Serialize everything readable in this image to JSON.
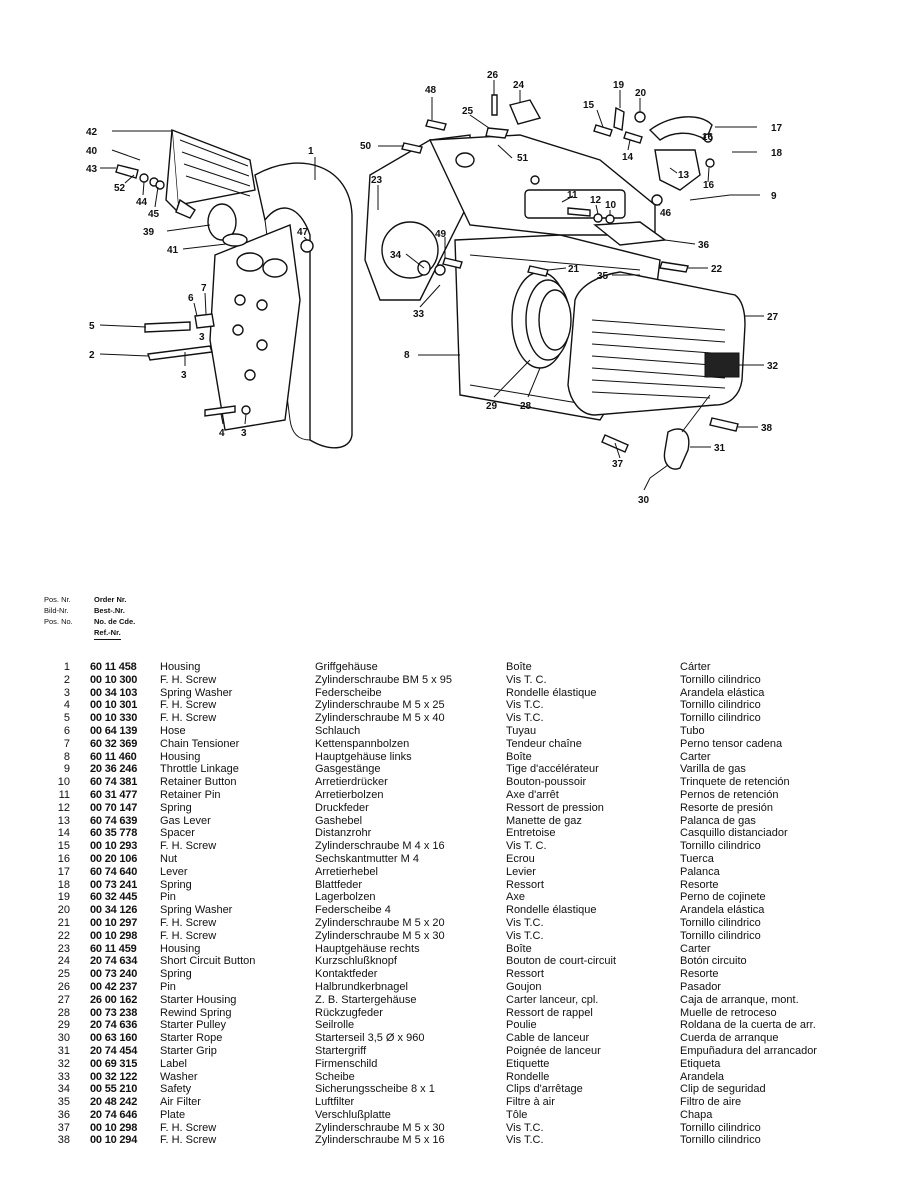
{
  "diagram": {
    "callouts": [
      "1",
      "2",
      "3",
      "3",
      "3",
      "4",
      "5",
      "6",
      "7",
      "8",
      "9",
      "10",
      "11",
      "12",
      "13",
      "14",
      "15",
      "16",
      "16",
      "17",
      "18",
      "19",
      "20",
      "21",
      "22",
      "23",
      "24",
      "25",
      "26",
      "27",
      "28",
      "29",
      "30",
      "31",
      "32",
      "33",
      "34",
      "35",
      "36",
      "37",
      "38",
      "39",
      "40",
      "41",
      "42",
      "43",
      "44",
      "45",
      "46",
      "47",
      "48",
      "49",
      "50",
      "51",
      "52"
    ]
  },
  "header": {
    "pos_labels": [
      "Pos. Nr.",
      "Bild-Nr.",
      "Pos. No."
    ],
    "order_labels": [
      "Order Nr.",
      "Best-.Nr.",
      "No. de Cde.",
      "Ref.-Nr."
    ]
  },
  "parts": [
    {
      "pos": "1",
      "order": "60 11 458",
      "en": "Housing",
      "de": "Griffgehäuse",
      "fr": "Boîte",
      "es": "Cárter"
    },
    {
      "pos": "2",
      "order": "00 10 300",
      "en": "F. H. Screw",
      "de": "Zylinderschraube BM 5 x 95",
      "fr": "Vis T. C.",
      "es": "Tornillo cilindrico"
    },
    {
      "pos": "3",
      "order": "00 34 103",
      "en": "Spring Washer",
      "de": "Federscheibe",
      "fr": "Rondelle élastique",
      "es": "Arandela elástica"
    },
    {
      "pos": "4",
      "order": "00 10 301",
      "en": "F. H. Screw",
      "de": "Zylinderschraube M 5 x 25",
      "fr": "Vis T.C.",
      "es": "Tornillo cilindrico"
    },
    {
      "pos": "5",
      "order": "00 10 330",
      "en": "F. H. Screw",
      "de": "Zylinderschraube M 5 x 40",
      "fr": "Vis T.C.",
      "es": "Tornillo cilindrico"
    },
    {
      "pos": "6",
      "order": "00 64 139",
      "en": "Hose",
      "de": "Schlauch",
      "fr": "Tuyau",
      "es": "Tubo"
    },
    {
      "pos": "7",
      "order": "60 32 369",
      "en": "Chain Tensioner",
      "de": "Kettenspannbolzen",
      "fr": "Tendeur chaîne",
      "es": "Perno tensor cadena"
    },
    {
      "pos": "8",
      "order": "60 11 460",
      "en": "Housing",
      "de": "Hauptgehäuse links",
      "fr": "Boîte",
      "es": "Carter"
    },
    {
      "pos": "9",
      "order": "20 36 246",
      "en": "Throttle Linkage",
      "de": "Gasgestänge",
      "fr": "Tige d'accélérateur",
      "es": "Varilla de gas"
    },
    {
      "pos": "10",
      "order": "60 74 381",
      "en": "Retainer Button",
      "de": "Arretierdrücker",
      "fr": "Bouton-poussoir",
      "es": "Trinquete de retención"
    },
    {
      "pos": "11",
      "order": "60 31 477",
      "en": "Retainer Pin",
      "de": "Arretierbolzen",
      "fr": "Axe d'arrêt",
      "es": "Pernos de retención"
    },
    {
      "pos": "12",
      "order": "00 70 147",
      "en": "Spring",
      "de": "Druckfeder",
      "fr": "Ressort de pression",
      "es": "Resorte de presión"
    },
    {
      "pos": "13",
      "order": "60 74 639",
      "en": "Gas Lever",
      "de": "Gashebel",
      "fr": "Manette de gaz",
      "es": "Palanca de gas"
    },
    {
      "pos": "14",
      "order": "60 35 778",
      "en": "Spacer",
      "de": "Distanzrohr",
      "fr": "Entretoise",
      "es": "Casquillo distanciador"
    },
    {
      "pos": "15",
      "order": "00 10 293",
      "en": "F. H. Screw",
      "de": "Zylinderschraube M 4 x 16",
      "fr": "Vis T. C.",
      "es": "Tornillo cilindrico"
    },
    {
      "pos": "16",
      "order": "00 20 106",
      "en": "Nut",
      "de": "Sechskantmutter M 4",
      "fr": "Ecrou",
      "es": "Tuerca"
    },
    {
      "pos": "17",
      "order": "60 74 640",
      "en": "Lever",
      "de": "Arretierhebel",
      "fr": "Levier",
      "es": "Palanca"
    },
    {
      "pos": "18",
      "order": "00 73 241",
      "en": "Spring",
      "de": "Blattfeder",
      "fr": "Ressort",
      "es": "Resorte"
    },
    {
      "pos": "19",
      "order": "60 32 445",
      "en": "Pin",
      "de": "Lagerbolzen",
      "fr": "Axe",
      "es": "Perno de cojinete"
    },
    {
      "pos": "20",
      "order": "00 34 126",
      "en": "Spring Washer",
      "de": "Federscheibe 4",
      "fr": "Rondelle élastique",
      "es": "Arandela elástica"
    },
    {
      "pos": "21",
      "order": "00 10 297",
      "en": "F. H. Screw",
      "de": "Zylinderschraube M 5 x 20",
      "fr": "Vis T.C.",
      "es": "Tornillo cilindrico"
    },
    {
      "pos": "22",
      "order": "00 10 298",
      "en": "F. H. Screw",
      "de": "Zylinderschraube M 5 x 30",
      "fr": "Vis T.C.",
      "es": "Tornillo cilindrico"
    },
    {
      "pos": "23",
      "order": "60 11 459",
      "en": "Housing",
      "de": "Hauptgehäuse rechts",
      "fr": "Boîte",
      "es": "Carter"
    },
    {
      "pos": "24",
      "order": "20 74 634",
      "en": "Short Circuit Button",
      "de": "Kurzschlußknopf",
      "fr": "Bouton de court-circuit",
      "es": "Botón circuito"
    },
    {
      "pos": "25",
      "order": "00 73 240",
      "en": "Spring",
      "de": "Kontaktfeder",
      "fr": "Ressort",
      "es": "Resorte"
    },
    {
      "pos": "26",
      "order": "00 42 237",
      "en": "Pin",
      "de": "Halbrundkerbnagel",
      "fr": "Goujon",
      "es": "Pasador"
    },
    {
      "pos": "27",
      "order": "26 00 162",
      "en": "Starter Housing",
      "de": "Z. B. Startergehäuse",
      "fr": "Carter lanceur, cpl.",
      "es": "Caja de arranque, mont."
    },
    {
      "pos": "28",
      "order": "00 73 238",
      "en": "Rewind Spring",
      "de": "Rückzugfeder",
      "fr": "Ressort de rappel",
      "es": "Muelle de retroceso"
    },
    {
      "pos": "29",
      "order": "20 74 636",
      "en": "Starter Pulley",
      "de": "Seilrolle",
      "fr": "Poulie",
      "es": "Roldana de la cuerta de arr."
    },
    {
      "pos": "30",
      "order": "00 63 160",
      "en": "Starter Rope",
      "de": "Starterseil 3,5 Ø x 960",
      "fr": "Cable de lanceur",
      "es": "Cuerda de arranque"
    },
    {
      "pos": "31",
      "order": "20 74 454",
      "en": "Starter Grip",
      "de": "Startergriff",
      "fr": "Poignée de lanceur",
      "es": "Empuñadura del arrancador"
    },
    {
      "pos": "32",
      "order": "00 69 315",
      "en": "Label",
      "de": "Firmenschild",
      "fr": "Etiquette",
      "es": "Etiqueta"
    },
    {
      "pos": "33",
      "order": "00 32 122",
      "en": "Washer",
      "de": "Scheibe",
      "fr": "Rondelle",
      "es": "Arandela"
    },
    {
      "pos": "34",
      "order": "00 55 210",
      "en": "Safety",
      "de": "Sicherungsscheibe 8 x 1",
      "fr": "Clips d'arrêtage",
      "es": "Clip de seguridad"
    },
    {
      "pos": "35",
      "order": "20 48 242",
      "en": "Air Filter",
      "de": "Luftfilter",
      "fr": "Filtre à air",
      "es": "Filtro de aire"
    },
    {
      "pos": "36",
      "order": "20 74 646",
      "en": "Plate",
      "de": "Verschlußplatte",
      "fr": "Tôle",
      "es": "Chapa"
    },
    {
      "pos": "37",
      "order": "00 10 298",
      "en": "F. H. Screw",
      "de": "Zylinderschraube M 5 x 30",
      "fr": "Vis T.C.",
      "es": "Tornillo cilindrico"
    },
    {
      "pos": "38",
      "order": "00 10 294",
      "en": "F. H. Screw",
      "de": "Zylinderschraube M 5 x 16",
      "fr": "Vis T.C.",
      "es": "Tornillo cilindrico"
    }
  ]
}
